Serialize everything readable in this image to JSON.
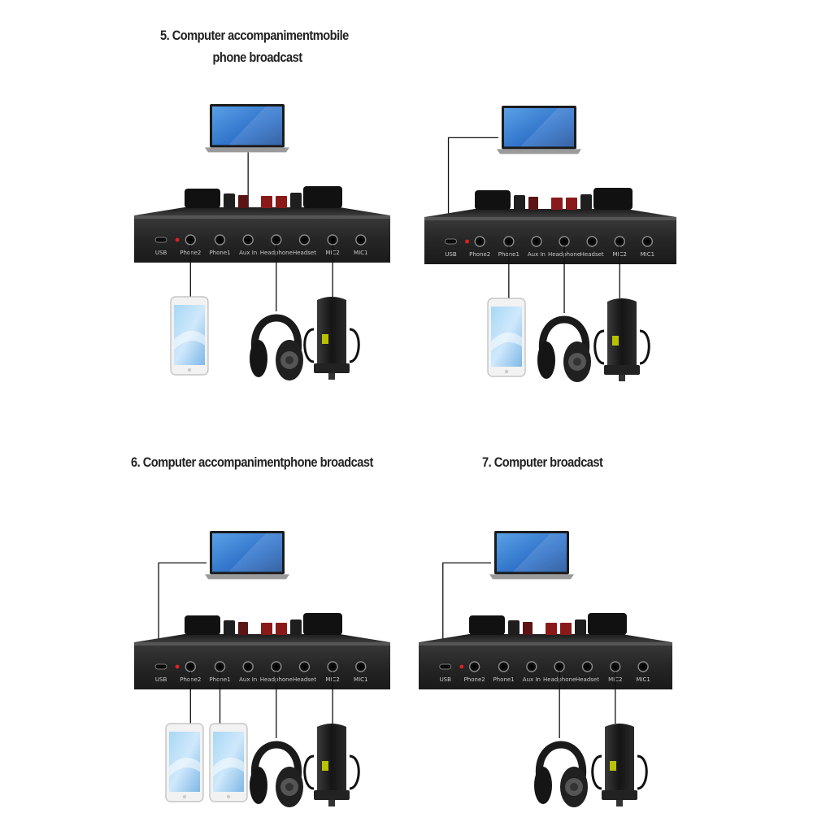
{
  "titles": {
    "scene1_line1": "5. Computer accompanimentmobile",
    "scene1_line2": "phone broadcast",
    "scene3": "6. Computer accompanimentphone broadcast",
    "scene4": "7. Computer broadcast"
  },
  "port_labels": [
    "USB",
    "Phone2",
    "Phone1",
    "Aux In",
    "Headphone",
    "Headset",
    "MIC2",
    "MIC1"
  ],
  "scenes": [
    {
      "name": "scene-1",
      "phones": 1,
      "headphones": true,
      "mic": true
    },
    {
      "name": "scene-2",
      "phones": 1,
      "headphones": true,
      "mic": true
    },
    {
      "name": "scene-3",
      "phones": 2,
      "headphones": true,
      "mic": true
    },
    {
      "name": "scene-4",
      "phones": 0,
      "headphones": true,
      "mic": true
    }
  ],
  "colors": {
    "panel": "#2b2b2b",
    "knob": "#111111",
    "fader": "#8a1a1a",
    "led": "#e02020",
    "cable": "#111111",
    "screen": "#2f72c9"
  }
}
